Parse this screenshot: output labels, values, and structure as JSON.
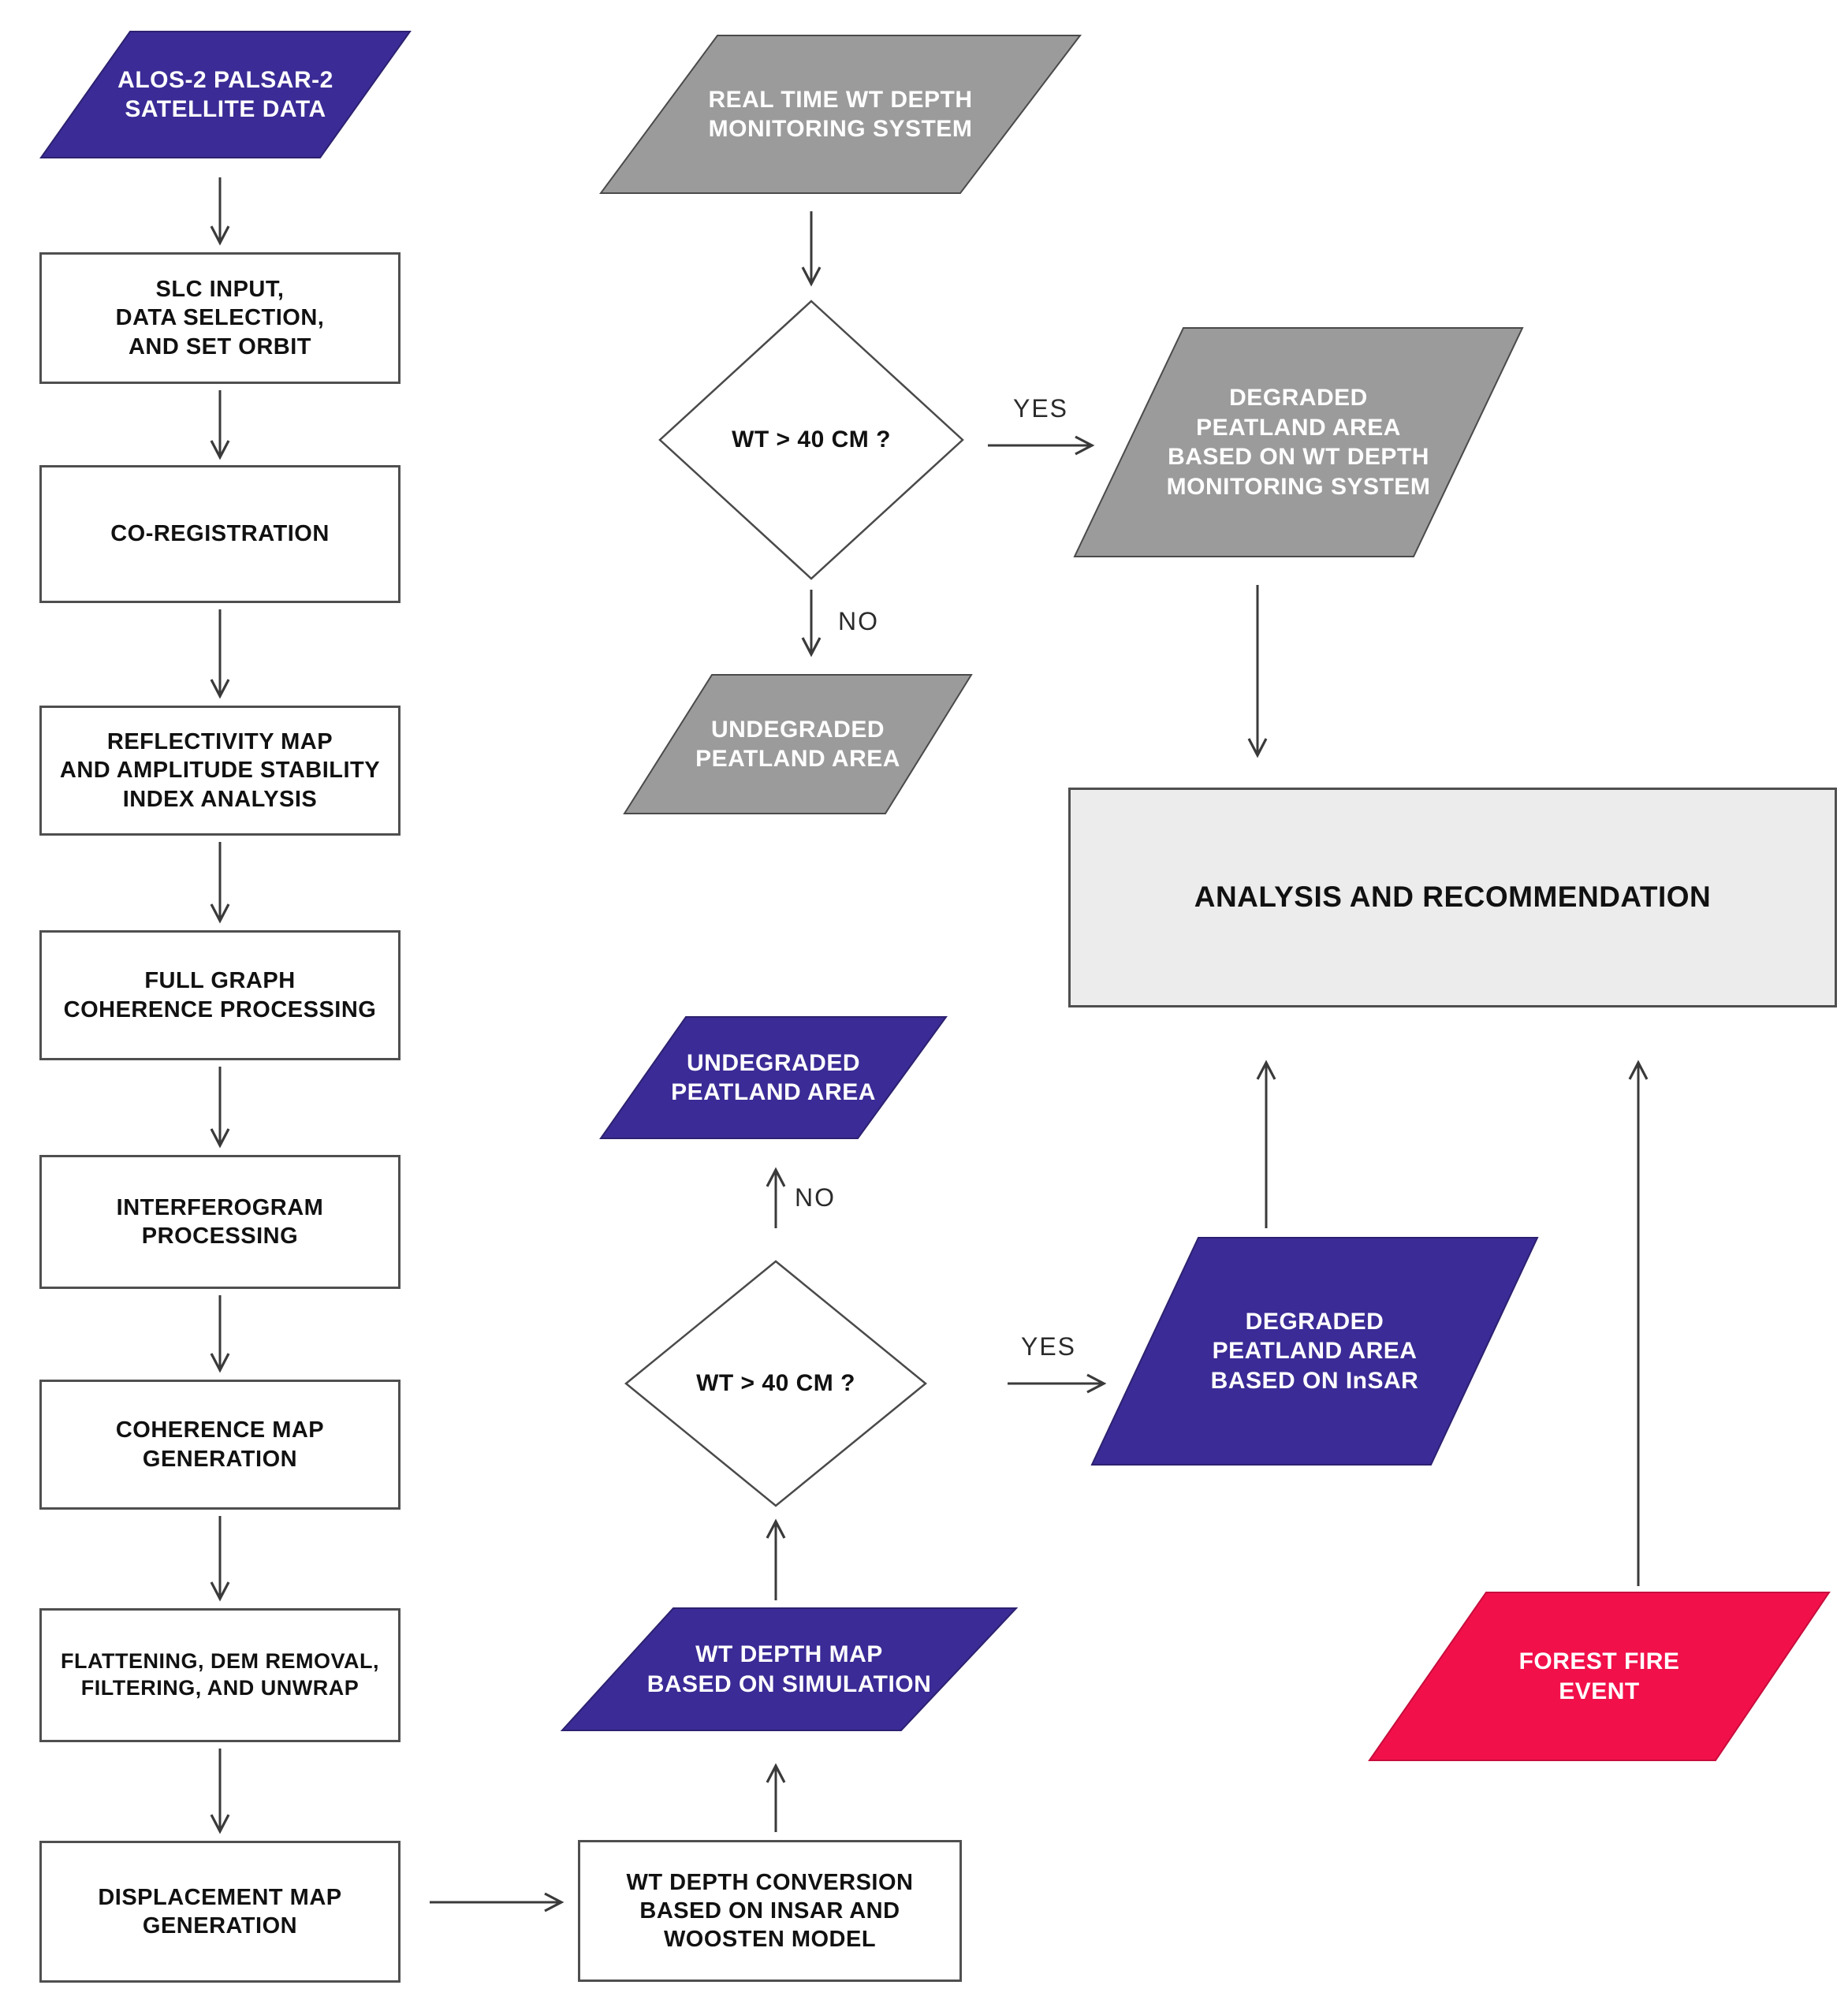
{
  "title": "Peatland degradation monitoring flowchart",
  "colors": {
    "purple": "#3a2b96",
    "purple_border": "#2c2170",
    "gray": "#9b9b9b",
    "gray_border": "#4a4a4a",
    "red": "#f2104b",
    "red_border": "#c70d3c",
    "diamond_fill": "#ffffff",
    "diamond_border": "#4a4a4a",
    "arrow": "#3a3a3a",
    "analysis_fill": "#ececec"
  },
  "nodes": {
    "alos": {
      "label": "ALOS-2 PALSAR-2\nSATELLITE DATA",
      "type": "parallelogram"
    },
    "slc": {
      "label": "SLC INPUT,\nDATA SELECTION,\nAND SET ORBIT",
      "type": "process"
    },
    "coreg": {
      "label": "CO-REGISTRATION",
      "type": "process"
    },
    "reflectivity": {
      "label": "REFLECTIVITY MAP\nAND AMPLITUDE STABILITY\nINDEX ANALYSIS",
      "type": "process"
    },
    "full_graph": {
      "label": "FULL GRAPH\nCOHERENCE PROCESSING",
      "type": "process"
    },
    "interferogram": {
      "label": "INTERFEROGRAM\nPROCESSING",
      "type": "process"
    },
    "coherence_map": {
      "label": "COHERENCE MAP\nGENERATION",
      "type": "process"
    },
    "flattening": {
      "label": "FLATTENING,  DEM REMOVAL,\nFILTERING, AND UNWRAP",
      "type": "process"
    },
    "displacement": {
      "label": "DISPLACEMENT MAP\nGENERATION",
      "type": "process"
    },
    "realtime": {
      "label": "REAL TIME WT DEPTH\nMONITORING SYSTEM",
      "type": "parallelogram"
    },
    "decision1": {
      "label": "WT > 40 CM ?",
      "type": "decision"
    },
    "degraded_wt": {
      "label": "DEGRADED\nPEATLAND AREA\nBASED ON WT DEPTH\nMONITORING SYSTEM",
      "type": "parallelogram"
    },
    "undegraded_gray": {
      "label": "UNDEGRADED\nPEATLAND AREA",
      "type": "parallelogram"
    },
    "analysis": {
      "label": "ANALYSIS AND RECOMMENDATION",
      "type": "process"
    },
    "undegraded_purple": {
      "label": "UNDEGRADED\nPEATLAND AREA",
      "type": "parallelogram"
    },
    "decision2": {
      "label": "WT > 40 CM ?",
      "type": "decision"
    },
    "degraded_insar": {
      "label": "DEGRADED\nPEATLAND AREA\nBASED ON InSAR",
      "type": "parallelogram"
    },
    "wt_depth_map": {
      "label": "WT DEPTH MAP\nBASED ON SIMULATION",
      "type": "parallelogram"
    },
    "wt_depth_conv": {
      "label": "WT DEPTH CONVERSION\nBASED ON INSAR AND\nWOOSTEN MODEL",
      "type": "process"
    },
    "forest_fire": {
      "label": "FOREST FIRE\nEVENT",
      "type": "parallelogram"
    }
  },
  "edge_labels": {
    "yes1": "YES",
    "no1": "NO",
    "no2": "NO",
    "yes2": "YES"
  }
}
